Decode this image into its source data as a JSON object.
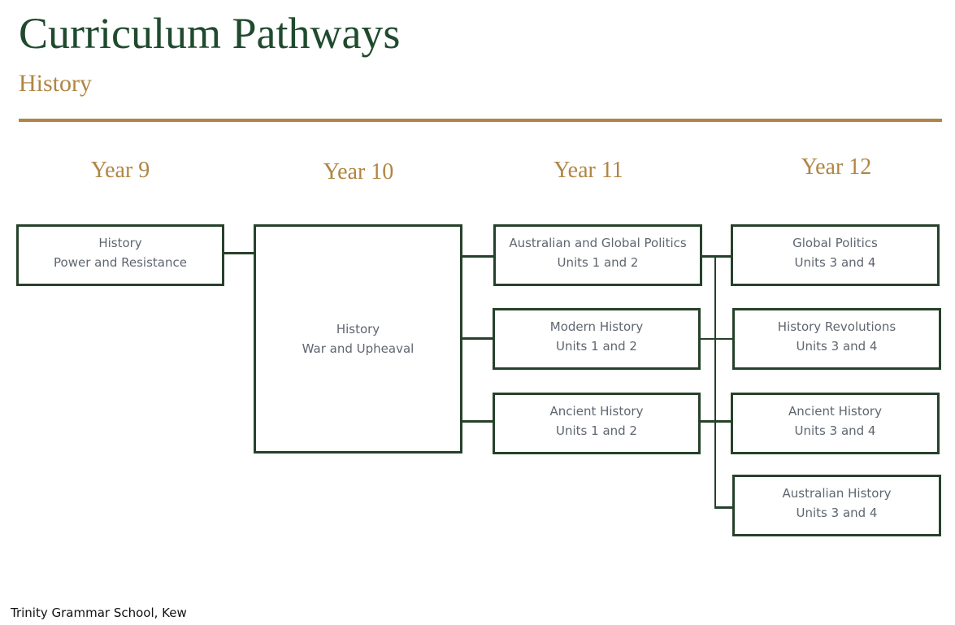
{
  "header": {
    "title": "Curriculum Pathways",
    "subtitle": "History"
  },
  "colors": {
    "title": "#1f4a2e",
    "accent_gold": "#b08543",
    "box_border": "#26412b",
    "box_text": "#5f6670"
  },
  "years": [
    {
      "label": "Year 9"
    },
    {
      "label": "Year 10"
    },
    {
      "label": "Year 11"
    },
    {
      "label": "Year 12"
    }
  ],
  "year9": [
    {
      "line1": "History",
      "line2": "Power and Resistance"
    }
  ],
  "year10": [
    {
      "line1": "History",
      "line2": "War and Upheaval"
    }
  ],
  "year11": [
    {
      "line1": "Australian and Global Politics",
      "line2": "Units 1 and 2"
    },
    {
      "line1": "Modern History",
      "line2": "Units 1 and 2"
    },
    {
      "line1": "Ancient History",
      "line2": "Units 1 and 2"
    }
  ],
  "year12": [
    {
      "line1": "Global Politics",
      "line2": "Units 3 and 4"
    },
    {
      "line1": "History Revolutions",
      "line2": "Units 3 and 4"
    },
    {
      "line1": "Ancient History",
      "line2": "Units 3 and 4"
    },
    {
      "line1": "Australian History",
      "line2": "Units 3 and 4"
    }
  ],
  "footer": {
    "text": "Trinity Grammar School, Kew"
  }
}
